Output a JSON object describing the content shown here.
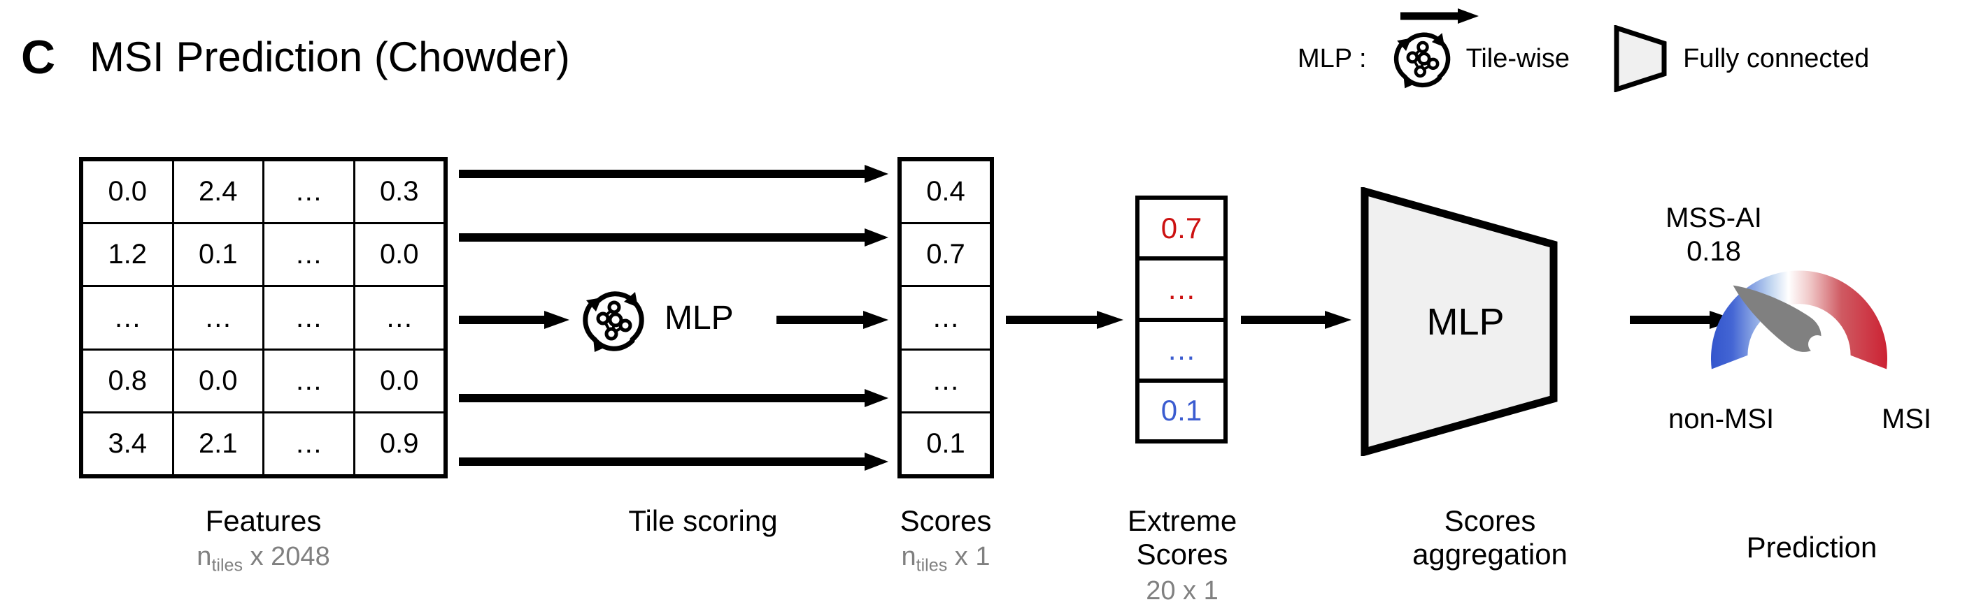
{
  "panel": {
    "letter": "C",
    "title": "MSI Prediction (Chowder)"
  },
  "legend": {
    "prefix": "MLP :",
    "entries": [
      {
        "icon": "tile-wise-network-icon",
        "label": "Tile-wise"
      },
      {
        "icon": "fully-connected-trapezoid-icon",
        "label": "Fully connected"
      }
    ]
  },
  "feature_matrix": {
    "rows": [
      [
        "0.0",
        "2.4",
        "…",
        "0.3"
      ],
      [
        "1.2",
        "0.1",
        "…",
        "0.0"
      ],
      [
        "…",
        "…",
        "…",
        "…"
      ],
      [
        "0.8",
        "0.0",
        "…",
        "0.0"
      ],
      [
        "3.4",
        "2.1",
        "…",
        "0.9"
      ]
    ]
  },
  "tile_scoring": {
    "mlp_label": "MLP"
  },
  "scores_column": {
    "values": [
      "0.4",
      "0.7",
      "…",
      "…",
      "0.1"
    ]
  },
  "extreme_scores_column": {
    "cells": [
      {
        "text": "0.7",
        "color": "#cc1111"
      },
      {
        "text": "…",
        "color": "#cc1111"
      },
      {
        "text": "…",
        "color": "#3b5cd0"
      },
      {
        "text": "0.1",
        "color": "#3b5cd0"
      }
    ]
  },
  "aggregation": {
    "label": "MLP"
  },
  "gauge": {
    "metric_name": "MSS-AI",
    "value": "0.18",
    "value_numeric": 0.18,
    "left_label": "non-MSI",
    "right_label": "MSI",
    "color_low": "#3355cc",
    "color_mid": "#ffffff",
    "color_high": "#cc2233",
    "needle_color": "#808080"
  },
  "captions": {
    "features": {
      "main": "Features",
      "sub_prefix": "n",
      "sub_subscript": "tiles",
      "sub_suffix": " x 2048"
    },
    "tile_scoring": {
      "main": "Tile scoring"
    },
    "scores": {
      "main": "Scores",
      "sub_prefix": "n",
      "sub_subscript": "tiles",
      "sub_suffix": " x 1"
    },
    "extreme_scores": {
      "main_line1": "Extreme",
      "main_line2": "Scores",
      "sub": "20 x 1"
    },
    "aggregation": {
      "main_line1": "Scores",
      "main_line2": "aggregation"
    },
    "prediction": {
      "main": "Prediction"
    }
  },
  "colors": {
    "red": "#cc1111",
    "blue": "#3b5cd0",
    "gray_text": "#808080",
    "block_fill": "#f0f0f0"
  }
}
